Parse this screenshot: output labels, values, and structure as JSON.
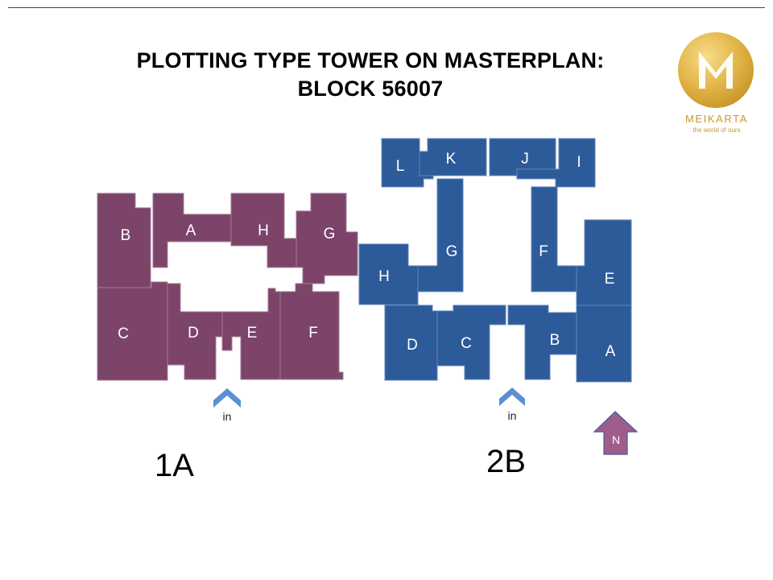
{
  "header": {
    "title_line1": "PLOTTING TYPE TOWER ON MASTERPLAN:",
    "title_line2": "BLOCK 56007"
  },
  "logo": {
    "name": "MEIKARTA",
    "tagline": "the world of ours",
    "color": "#c9972d"
  },
  "colors": {
    "tower_1a": "#7b4468",
    "tower_2b": "#2d5b9a",
    "entrance_arrow": "#5b8fd6",
    "north_arrow": "#a05d8c"
  },
  "tower_1a": {
    "name": "1A",
    "entrance_label": "in",
    "units": [
      "B",
      "A",
      "H",
      "G",
      "C",
      "D",
      "E",
      "F"
    ]
  },
  "tower_2b": {
    "name": "2B",
    "entrance_label": "in",
    "units": [
      "L",
      "K",
      "J",
      "I",
      "G",
      "F",
      "H",
      "E",
      "D",
      "C",
      "B",
      "A"
    ]
  },
  "north_arrow": {
    "label": "N"
  }
}
